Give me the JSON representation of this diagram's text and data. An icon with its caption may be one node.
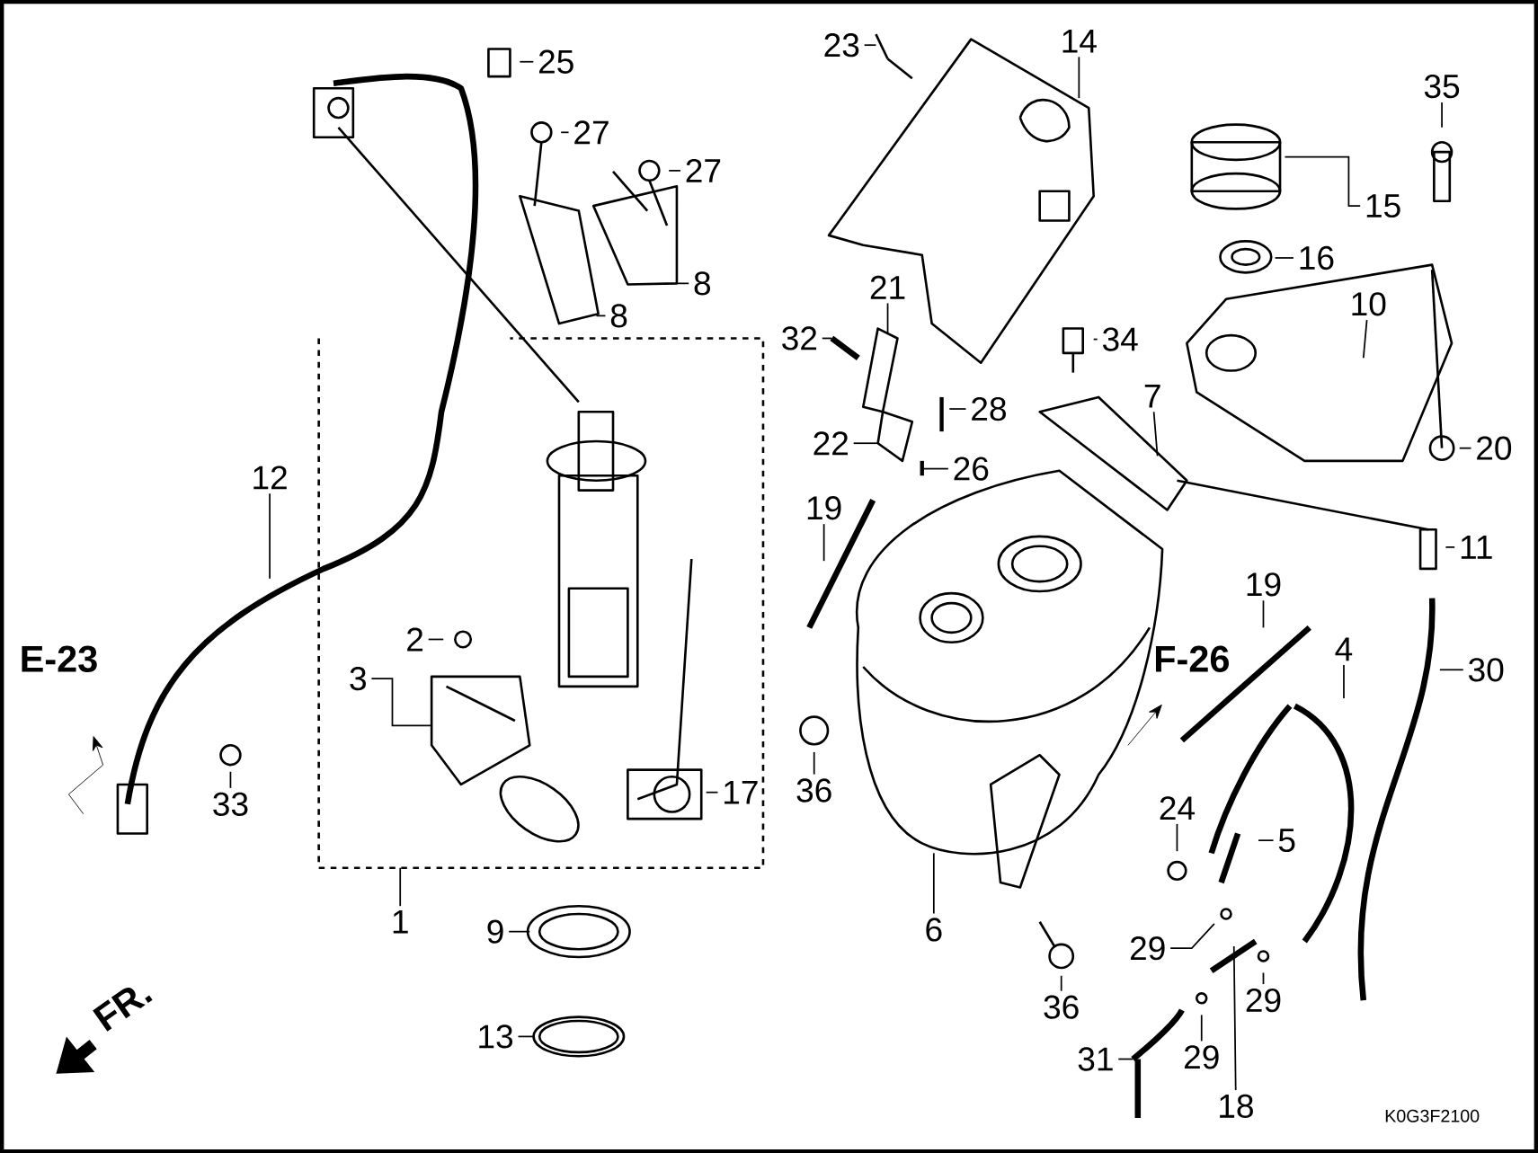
{
  "diagram": {
    "nodes": [
      {
        "text": [
          "23"
        ]
      },
      {
        "text": [
          "14"
        ]
      },
      {
        "text": [
          "25"
        ]
      },
      {
        "text": [
          "35"
        ]
      },
      {
        "text": [
          "27"
        ]
      },
      {
        "text": [
          "27"
        ]
      },
      {
        "text": [
          "15"
        ]
      },
      {
        "text": [
          "16"
        ]
      },
      {
        "text": [
          "8"
        ]
      },
      {
        "text": [
          "21"
        ]
      },
      {
        "text": [
          "10"
        ]
      },
      {
        "text": [
          "8"
        ]
      },
      {
        "text": [
          "32"
        ]
      },
      {
        "text": [
          "34"
        ]
      },
      {
        "text": [
          "7"
        ]
      },
      {
        "text": [
          "28"
        ]
      },
      {
        "text": [
          "22"
        ]
      },
      {
        "text": [
          "20"
        ]
      },
      {
        "text": [
          "26"
        ]
      },
      {
        "text": [
          "12"
        ]
      },
      {
        "text": [
          "19"
        ]
      },
      {
        "text": [
          "11"
        ]
      },
      {
        "text": [
          "19"
        ]
      },
      {
        "text": [
          "2"
        ]
      },
      {
        "text": [
          "4"
        ]
      },
      {
        "text": [
          "30"
        ]
      },
      {
        "text": [
          "3"
        ]
      },
      {
        "text": [
          "17"
        ]
      },
      {
        "text": [
          "36"
        ]
      },
      {
        "text": [
          "33"
        ]
      },
      {
        "text": [
          "24"
        ]
      },
      {
        "text": [
          "5"
        ]
      },
      {
        "text": [
          "1"
        ]
      },
      {
        "text": [
          "6"
        ]
      },
      {
        "text": [
          "9"
        ]
      },
      {
        "text": [
          "29"
        ]
      },
      {
        "text": [
          "29"
        ]
      },
      {
        "text": [
          "36"
        ]
      },
      {
        "text": [
          "13"
        ]
      },
      {
        "text": [
          "29"
        ]
      },
      {
        "text": [
          "31"
        ]
      },
      {
        "text": [
          "18"
        ]
      }
    ],
    "edges": [
      {
        "from": 0,
        "to": null,
        "arrow": "none"
      },
      {
        "from": 1,
        "to": null,
        "arrow": "none"
      },
      {
        "from": 2,
        "to": null,
        "arrow": "none"
      },
      {
        "from": 3,
        "to": null,
        "arrow": "none"
      },
      {
        "from": 4,
        "to": null,
        "arrow": "none"
      },
      {
        "from": 5,
        "to": null,
        "arrow": "none"
      },
      {
        "from": 6,
        "to": null,
        "arrow": "none"
      },
      {
        "from": 7,
        "to": null,
        "arrow": "none"
      },
      {
        "from": 8,
        "to": null,
        "arrow": "none"
      },
      {
        "from": 9,
        "to": null,
        "arrow": "none"
      },
      {
        "from": 10,
        "to": null,
        "arrow": "none"
      },
      {
        "from": 11,
        "to": null,
        "arrow": "none"
      },
      {
        "from": 12,
        "to": null,
        "arrow": "none"
      },
      {
        "from": 13,
        "to": null,
        "arrow": "none"
      },
      {
        "from": 14,
        "to": null,
        "arrow": "none"
      },
      {
        "from": 15,
        "to": null,
        "arrow": "none"
      },
      {
        "from": 16,
        "to": null,
        "arrow": "none"
      },
      {
        "from": 17,
        "to": null,
        "arrow": "none"
      },
      {
        "from": 18,
        "to": null,
        "arrow": "none"
      },
      {
        "from": 19,
        "to": null,
        "arrow": "none"
      },
      {
        "from": 20,
        "to": null,
        "arrow": "none"
      },
      {
        "from": 21,
        "to": null,
        "arrow": "none"
      },
      {
        "from": 22,
        "to": null,
        "arrow": "none"
      },
      {
        "from": 23,
        "to": null,
        "arrow": "none"
      },
      {
        "from": 24,
        "to": null,
        "arrow": "none"
      },
      {
        "from": 25,
        "to": null,
        "arrow": "none"
      },
      {
        "from": 26,
        "to": null,
        "arrow": "none"
      },
      {
        "from": 27,
        "to": null,
        "arrow": "none"
      },
      {
        "from": 28,
        "to": null,
        "arrow": "none"
      },
      {
        "from": 29,
        "to": null,
        "arrow": "none"
      },
      {
        "from": 30,
        "to": null,
        "arrow": "none"
      },
      {
        "from": 31,
        "to": null,
        "arrow": "none"
      },
      {
        "from": 32,
        "to": null,
        "arrow": "none"
      },
      {
        "from": 33,
        "to": null,
        "arrow": "none"
      },
      {
        "from": 34,
        "to": null,
        "arrow": "none"
      },
      {
        "from": 35,
        "to": null,
        "arrow": "none"
      },
      {
        "from": 36,
        "to": null,
        "arrow": "none"
      },
      {
        "from": 37,
        "to": null,
        "arrow": "none"
      },
      {
        "from": 38,
        "to": null,
        "arrow": "none"
      },
      {
        "from": 39,
        "to": null,
        "arrow": "none"
      },
      {
        "from": 40,
        "to": null,
        "arrow": "none"
      },
      {
        "from": 41,
        "to": null,
        "arrow": "none"
      }
    ],
    "labels": [
      "E-23",
      "F-26",
      "FR.",
      "K0G3F2100"
    ]
  }
}
